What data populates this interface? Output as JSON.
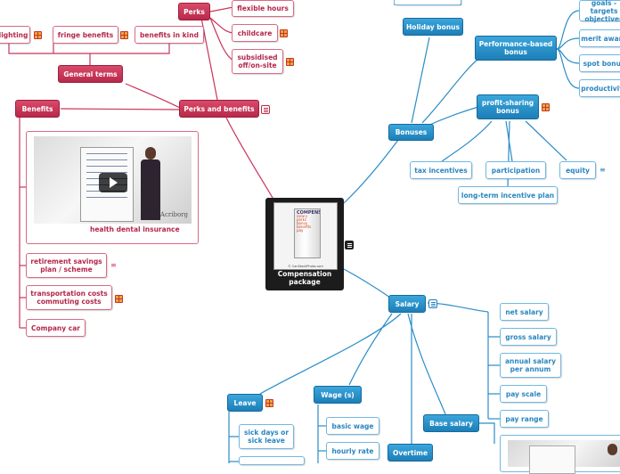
{
  "central": {
    "title": "Compensation package",
    "cover_title": "COMPENSATION",
    "cover_words": "salary perks bonus benefits pay",
    "cover_copyright": "© CanStockPhoto.com"
  },
  "left": {
    "general_terms": "General terms",
    "fringe_benefits": "fringe benefits",
    "benefits_in_kind": "benefits in kind",
    "lighting": "lighting",
    "perks": "Perks",
    "flexible_hours": "flexible hours",
    "childcare": "childcare",
    "subsidised_offsite": "subsidised off/on-site",
    "perks_and_benefits": "Perks and benefits",
    "benefits": "Benefits",
    "health_dental_insurance": "health dental insurance",
    "video_brand": "Acriborg",
    "retirement_savings": "retirement savings plan / scheme",
    "transportation_costs": "transportation costs commuting costs",
    "company_car": "Company car"
  },
  "right": {
    "holiday_bonus": "Holiday bonus",
    "performance_based_bonus": "Performance-based bonus",
    "goals_objectives": "goals - targets objectives",
    "merit_award": "merit award",
    "spot_bonus": "spot bonus",
    "productivity": "productivity",
    "profit_sharing_bonus": "profit-sharing bonus",
    "bonuses": "Bonuses",
    "tax_incentives": "tax incentives",
    "participation": "participation",
    "equity": "equity",
    "long_term_incentive_plan": "long-term incentive plan",
    "salary": "Salary",
    "net_salary": "net salary",
    "gross_salary": "gross salary",
    "annual_salary": "annual salary per annum",
    "pay_scale": "pay scale",
    "pay_range": "pay range",
    "base_salary": "Base salary",
    "wage": "Wage (s)",
    "basic_wage": "basic wage",
    "hourly_rate": "hourly rate",
    "overtime": "Overtime",
    "leave": "Leave",
    "sick_days": "sick days or sick leave"
  },
  "colors": {
    "red_branch": "#c8355a",
    "blue_branch": "#2a8cc8",
    "red_text": "#b5274a",
    "blue_text": "#2a86c0"
  },
  "icons": [
    "note-icon",
    "gift-icon",
    "list-icon",
    "play-icon"
  ]
}
